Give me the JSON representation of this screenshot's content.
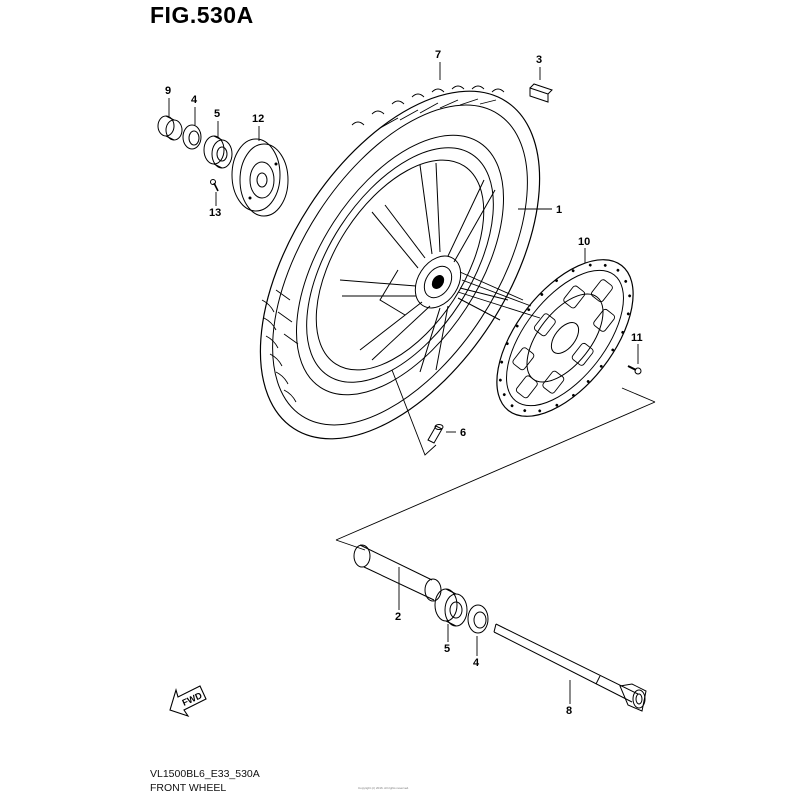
{
  "figure": {
    "title": "FIG.530A",
    "model_code": "VL1500BL6_E33_530A",
    "subtitle": "FRONT WHEEL",
    "fine_print": "Copyright (c) 2016. All rights reserved."
  },
  "callouts": [
    {
      "id": "label-7",
      "text": "7"
    },
    {
      "id": "label-3",
      "text": "3"
    },
    {
      "id": "label-9",
      "text": "9"
    },
    {
      "id": "label-4-top",
      "text": "4"
    },
    {
      "id": "label-5-top",
      "text": "5"
    },
    {
      "id": "label-12",
      "text": "12"
    },
    {
      "id": "label-13",
      "text": "13"
    },
    {
      "id": "label-1",
      "text": "1"
    },
    {
      "id": "label-10",
      "text": "10"
    },
    {
      "id": "label-11",
      "text": "11"
    },
    {
      "id": "label-6",
      "text": "6"
    },
    {
      "id": "label-2",
      "text": "2"
    },
    {
      "id": "label-5-bottom",
      "text": "5"
    },
    {
      "id": "label-4-bottom",
      "text": "4"
    },
    {
      "id": "label-8",
      "text": "8"
    }
  ],
  "direction_marker": {
    "text": "FWD",
    "icon": "fwd-arrow-icon"
  }
}
